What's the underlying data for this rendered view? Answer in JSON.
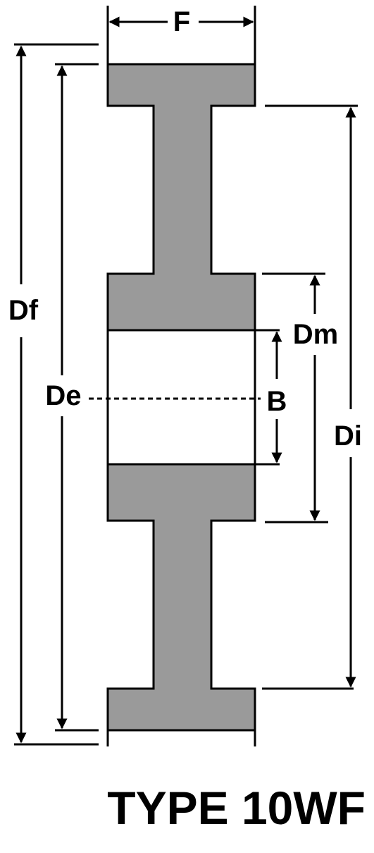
{
  "title": "TYPE 10WF",
  "labels": {
    "F": "F",
    "Df": "Df",
    "De": "De",
    "Dm": "Dm",
    "B": "B",
    "Di": "Di"
  },
  "colors": {
    "fill": "#9a9a9a",
    "stroke": "#000000",
    "background": "#ffffff"
  }
}
